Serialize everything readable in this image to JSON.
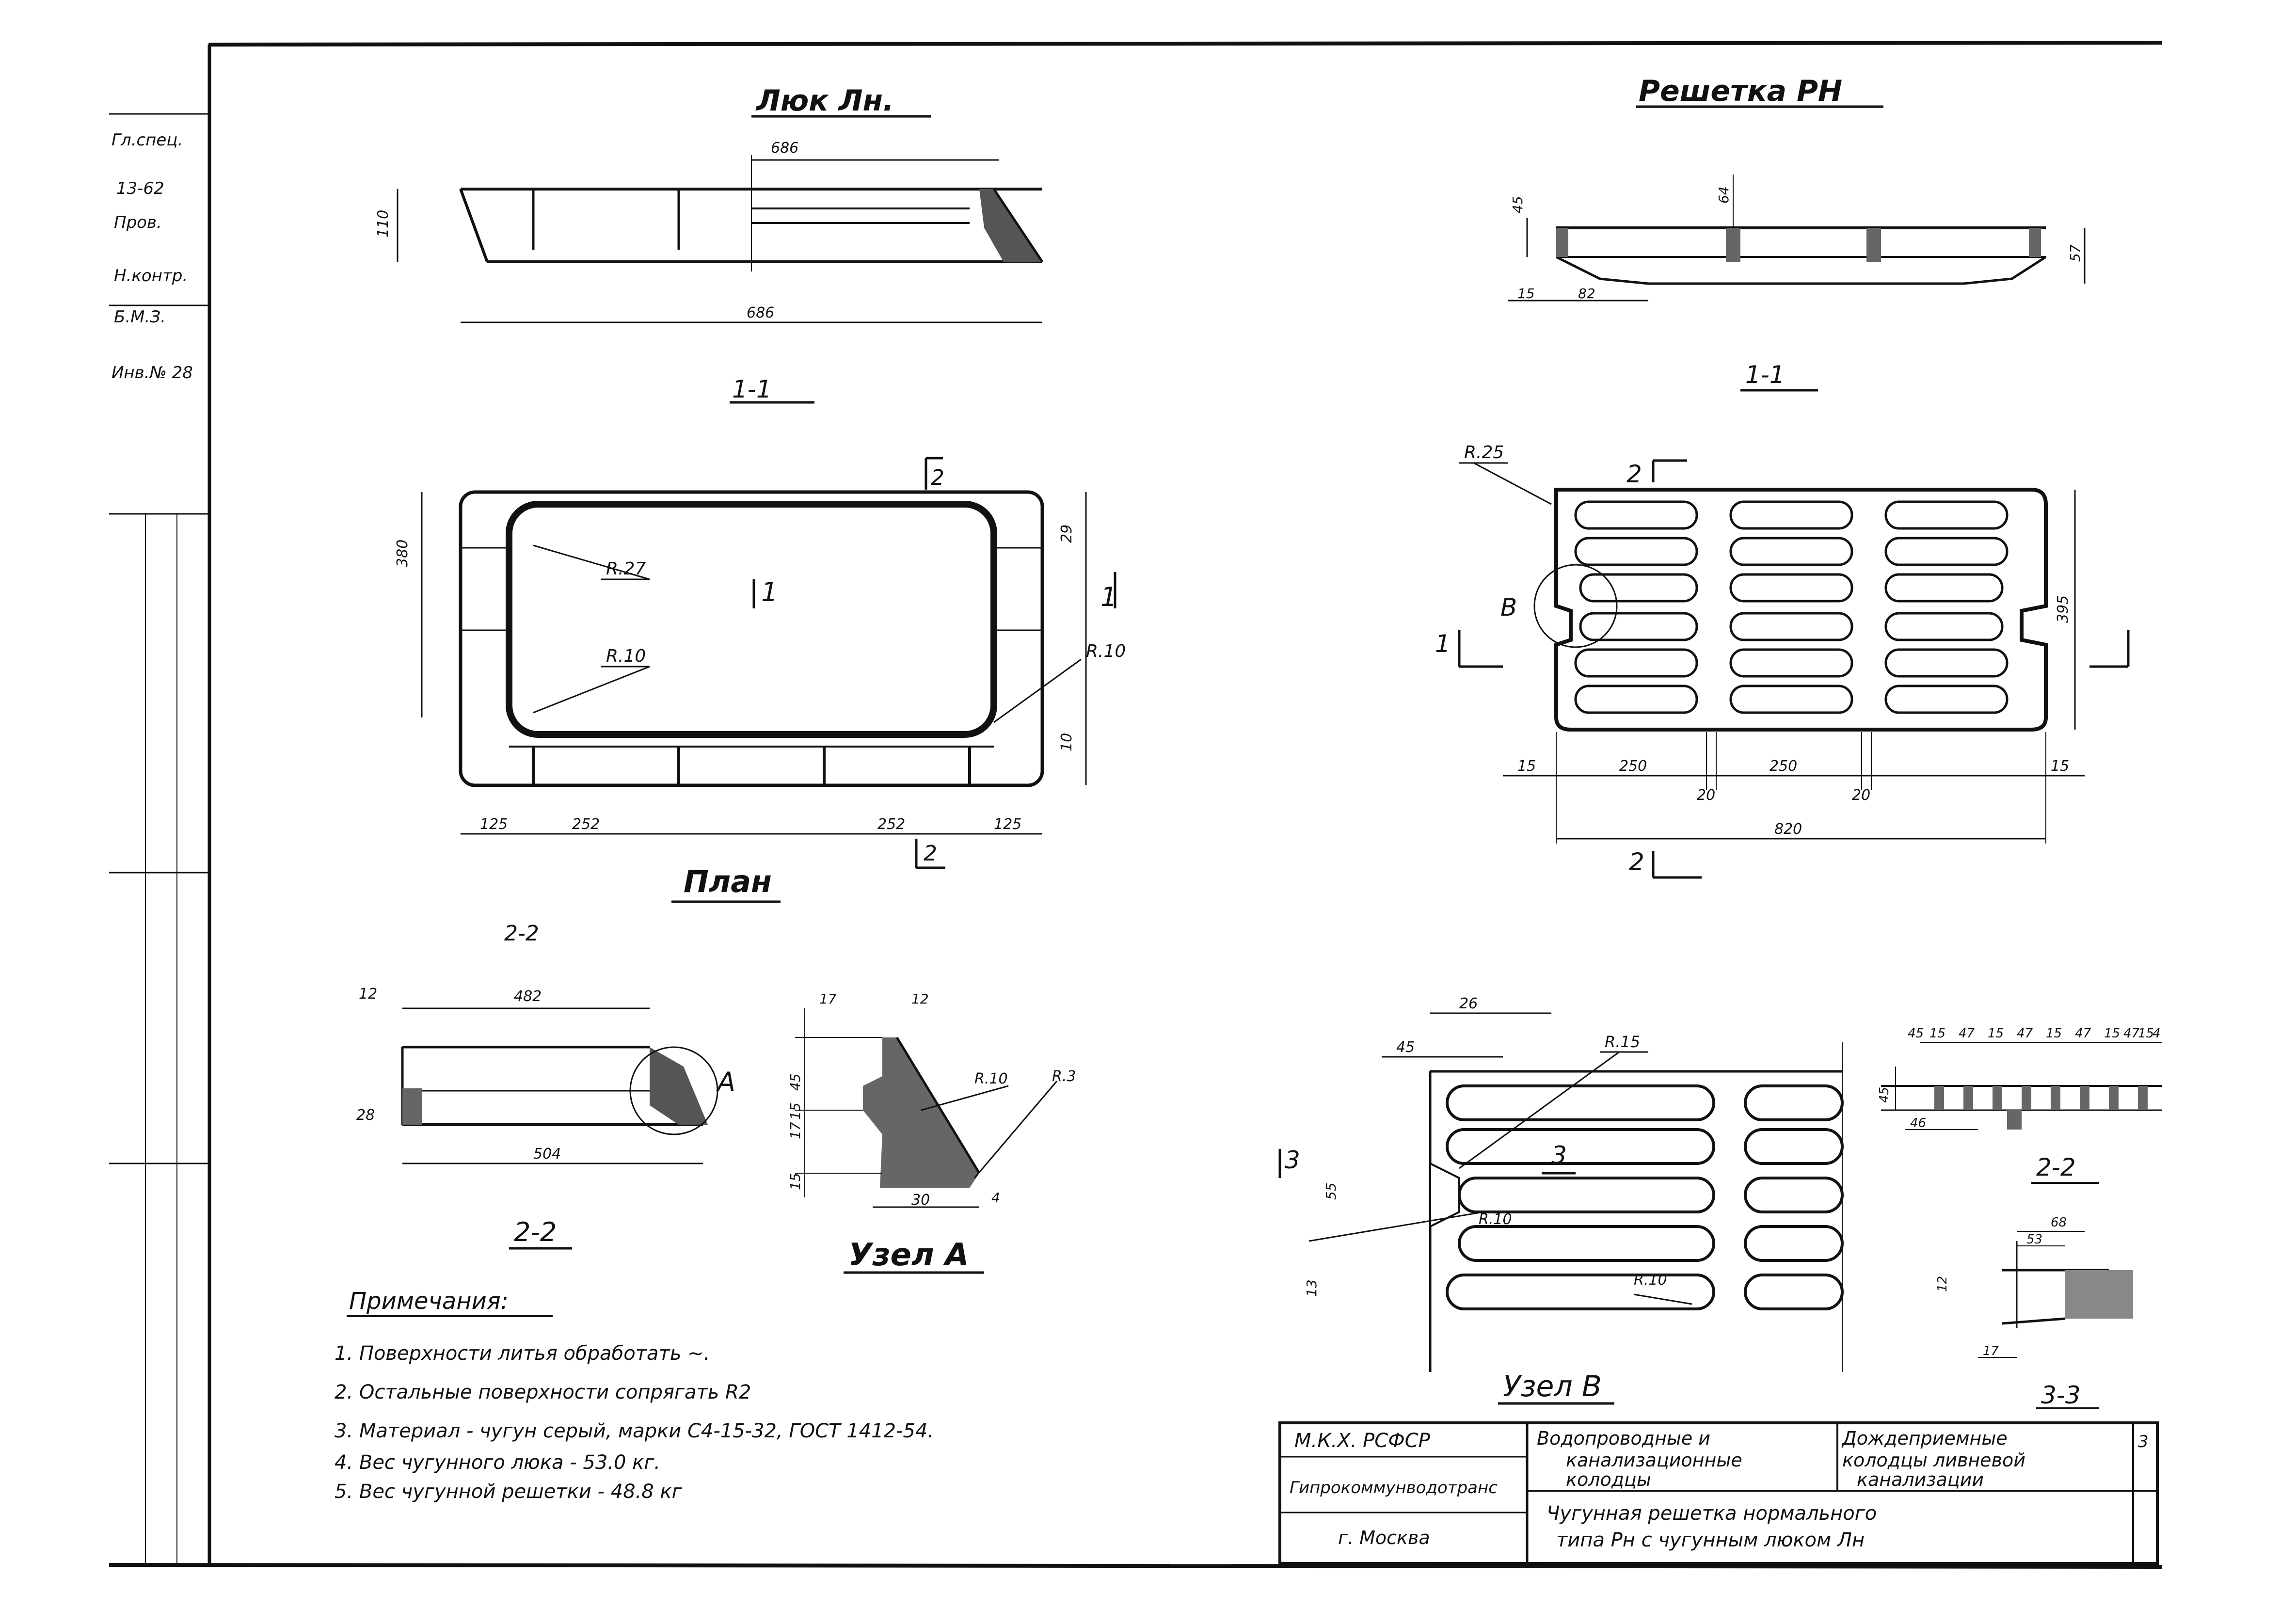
{
  "title_left": "Люк Лн.",
  "title_right": "Решетка РН",
  "section_1_1": "1-1",
  "section_2_2": "2-2",
  "section_3_3": "3-3",
  "plan_label": "План",
  "node_a": "Узел А",
  "node_b": "Узел В",
  "lid_dims": {
    "top_width": "686",
    "bottom_width": "686",
    "left_height": "110",
    "plan_height": "380",
    "r27": "R.27",
    "r10a": "R.10",
    "r10b": "R.10",
    "dim29": "29",
    "dim10": "10",
    "b125l": "125",
    "b252": "252",
    "b252b": "252",
    "b125r": "125"
  },
  "section22_dims": {
    "d12": "12",
    "d482": "482",
    "d28": "28",
    "d504": "504",
    "lbl_a": "A"
  },
  "node_a_dims": {
    "d17": "17",
    "d12": "12",
    "d45": "45",
    "d15a": "15",
    "d17b": "17",
    "r10": "R.10",
    "r3": "R.3",
    "d30": "30",
    "d15b": "15",
    "d4": "4"
  },
  "grate_dims": {
    "d45": "45",
    "d64": "64",
    "d57": "57",
    "d15": "15",
    "d82": "82",
    "r25": "R.25",
    "b": "B",
    "h395": "395",
    "w15l": "15",
    "w250a": "250",
    "w20a": "20",
    "w250b": "250",
    "w20b": "20",
    "w15r": "15",
    "w820": "820",
    "sec_2": "2",
    "sec_1": "1"
  },
  "node_b_dims": {
    "d26": "26",
    "d45": "45",
    "r15": "R.15",
    "d3": "3",
    "d55": "55",
    "r10a": "R.10",
    "r10b": "R.10",
    "d13": "13"
  },
  "sec33_dims": {
    "c1": "45",
    "c2": "15",
    "c3": "47",
    "c4": "15",
    "c5": "47",
    "c6": "15",
    "c7": "47",
    "c8": "15",
    "c9": "47",
    "c10": "15",
    "c11": "4",
    "d45": "45",
    "d46": "46"
  },
  "sec22g_dims": {
    "d68": "68",
    "d53": "53",
    "d12": "12",
    "d17": "17"
  },
  "notes_title": "Примечания:",
  "notes": [
    "1. Поверхности литья обработать ∼.",
    "2. Остальные поверхности сопрягать R2",
    "3. Материал - чугун серый, марки С4-15-32, ГОСТ 1412-54.",
    "4. Вес чугунного люка - 53.0 кг.",
    "5. Вес чугунной решетки - 48.8 кг"
  ],
  "title_block": {
    "org1": "М.К.Х. РСФСР",
    "org2": "Гипрокоммунводотранс",
    "city": "г. Москва",
    "project_1": "Водопроводные и",
    "project_2": "канализационные",
    "project_3": "колодцы",
    "series_1": "Дождеприемные",
    "series_2": "колодцы ливневой",
    "series_3": "канализации",
    "sheet_title_1": "Чугунная решетка нормального",
    "sheet_title_2": "типа Рн с чугунным люком Лн",
    "sheet_num": "3"
  },
  "margin_stamps": [
    "Гл.спец.",
    "13-62",
    "Пров.",
    "Н.контр.",
    "Б.М.З.",
    "Инв.№ 28"
  ]
}
